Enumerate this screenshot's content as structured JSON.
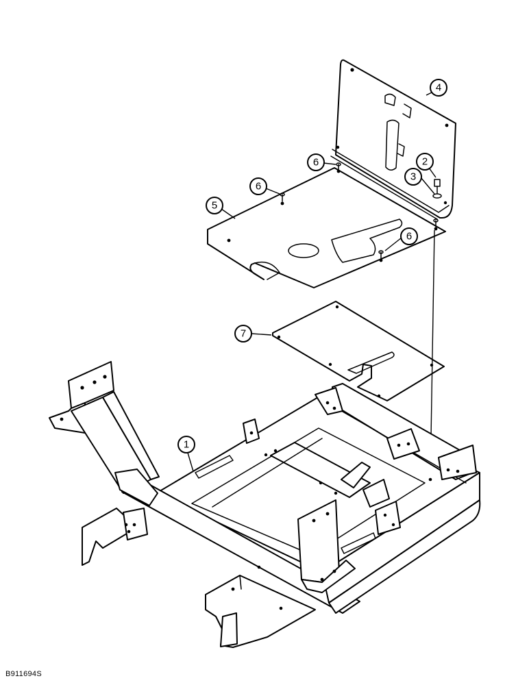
{
  "figure": {
    "reference_code": "B911694S",
    "callouts": [
      {
        "id": "callout-1",
        "label": "1"
      },
      {
        "id": "callout-2",
        "label": "2"
      },
      {
        "id": "callout-3",
        "label": "3"
      },
      {
        "id": "callout-4",
        "label": "4"
      },
      {
        "id": "callout-5",
        "label": "5"
      },
      {
        "id": "callout-6a",
        "label": "6"
      },
      {
        "id": "callout-6b",
        "label": "6"
      },
      {
        "id": "callout-6c",
        "label": "6"
      },
      {
        "id": "callout-7",
        "label": "7"
      }
    ]
  }
}
